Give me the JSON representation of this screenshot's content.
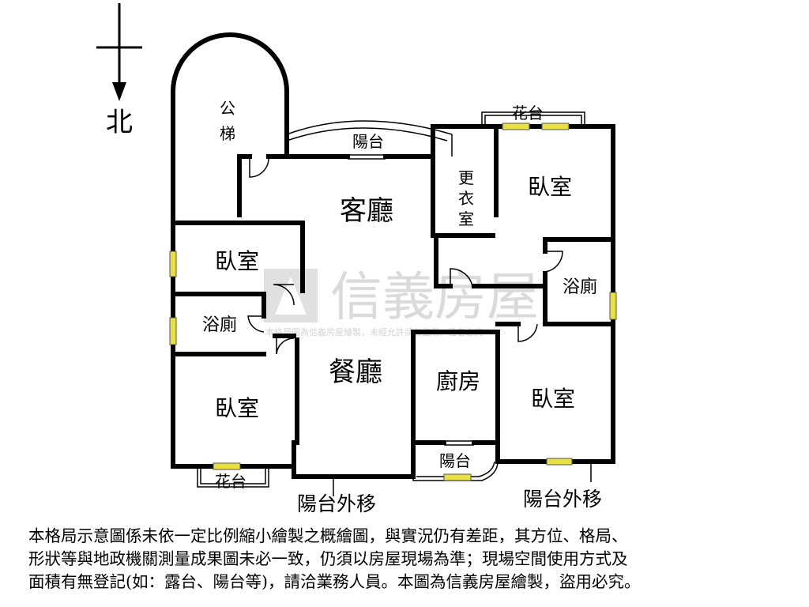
{
  "compass": {
    "north_label": "北"
  },
  "watermark": {
    "brand": "信義房屋",
    "notice": "本格局圖為信義房屋繪製，未經允許請勿盜用，違者必究"
  },
  "rooms": {
    "stair": "公梯",
    "balcony_top": "陽台",
    "living": "客廳",
    "closet": "更衣室",
    "bedroom_ne": "臥室",
    "bedroom_w": "臥室",
    "bath_w": "浴廁",
    "bath_e": "浴廁",
    "dining": "餐廳",
    "kitchen": "廚房",
    "bedroom_sw": "臥室",
    "bedroom_se": "臥室",
    "balcony_kitchen": "陽台",
    "planter_top": "花台",
    "planter_bottom": "花台"
  },
  "annotations": {
    "balcony_moved_1": "陽台外移",
    "balcony_moved_2": "陽台外移"
  },
  "disclaimer": [
    "本格局示意圖係未依一定比例縮小繪製之概繪圖，與實況仍有差距，其方位、格局、",
    "形狀等與地政機關測量成果圖未必一致，仍須以房屋現場為準；現場空間使用方式及",
    "面積有無登記(如：露台、陽台等)，請洽業務人員。本圖為信義房屋繪製，盜用必究。"
  ],
  "colors": {
    "wall": "#000000",
    "window": "#e8e040",
    "watermark": "#c8c8c8",
    "background": "#ffffff"
  }
}
